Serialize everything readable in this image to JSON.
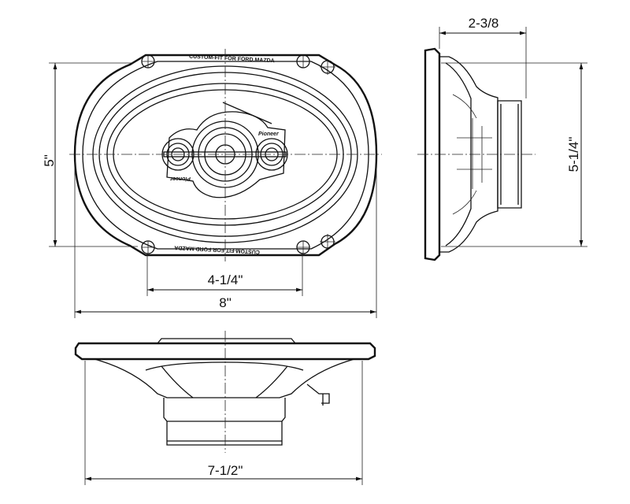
{
  "front_view": {
    "label_top": "CUSTOM-FIT FOR FORD.MAZDA",
    "label_bottom": "CUSTOM-FIT FOR FORD.MAZDA",
    "logo": "Pioneer",
    "dim_height": "5\"",
    "dim_hole_spacing": "4-1/4\"",
    "dim_width": "8\""
  },
  "side_view": {
    "dim_depth": "2-3/8",
    "dim_height": "5-1/4\""
  },
  "bottom_view": {
    "dim_width": "7-1/2\""
  }
}
